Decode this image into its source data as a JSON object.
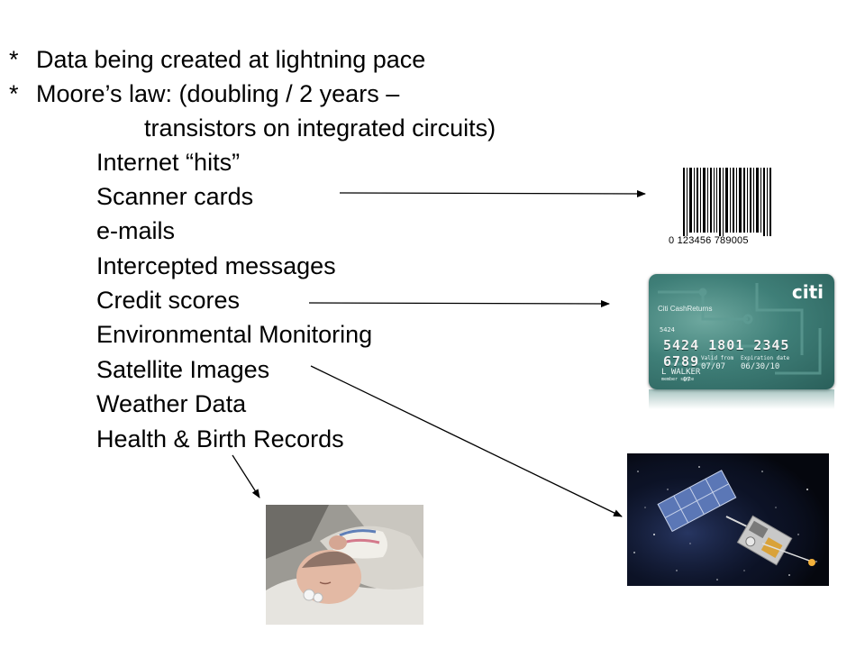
{
  "slide": {
    "bullets": [
      {
        "marker": "*",
        "text": "Data being created at lightning pace"
      },
      {
        "marker": "*",
        "text": "Moore’s law: (doubling / 2 years –"
      }
    ],
    "bullet_continuation": "transistors on integrated circuits)",
    "items": [
      "Internet “hits”",
      "Scanner cards",
      "e-mails",
      "Intercepted messages",
      "Credit scores",
      "Environmental Monitoring",
      "Satellite Images",
      "Weather Data",
      "Health & Birth Records"
    ]
  },
  "images": {
    "barcode": {
      "digits": "0  123456  789005",
      "icon": "barcode-icon"
    },
    "credit_card": {
      "brand": "citi",
      "product": "Citi CashReturns",
      "number": "5424 1801 2345 6789",
      "small_code": "5424",
      "valid_from_label": "Valid from",
      "valid_from": "07/07",
      "expiration_label": "Expiration date",
      "expiration": "06/30/10",
      "holder": "L WALKER",
      "member_since_label": "member since",
      "member_since": "07"
    },
    "baby_photo": {
      "icon": "newborn-photo"
    },
    "satellite_photo": {
      "icon": "satellite-photo"
    }
  },
  "colors": {
    "text": "#000000",
    "background": "#ffffff",
    "card_green": "#3f7f78"
  }
}
